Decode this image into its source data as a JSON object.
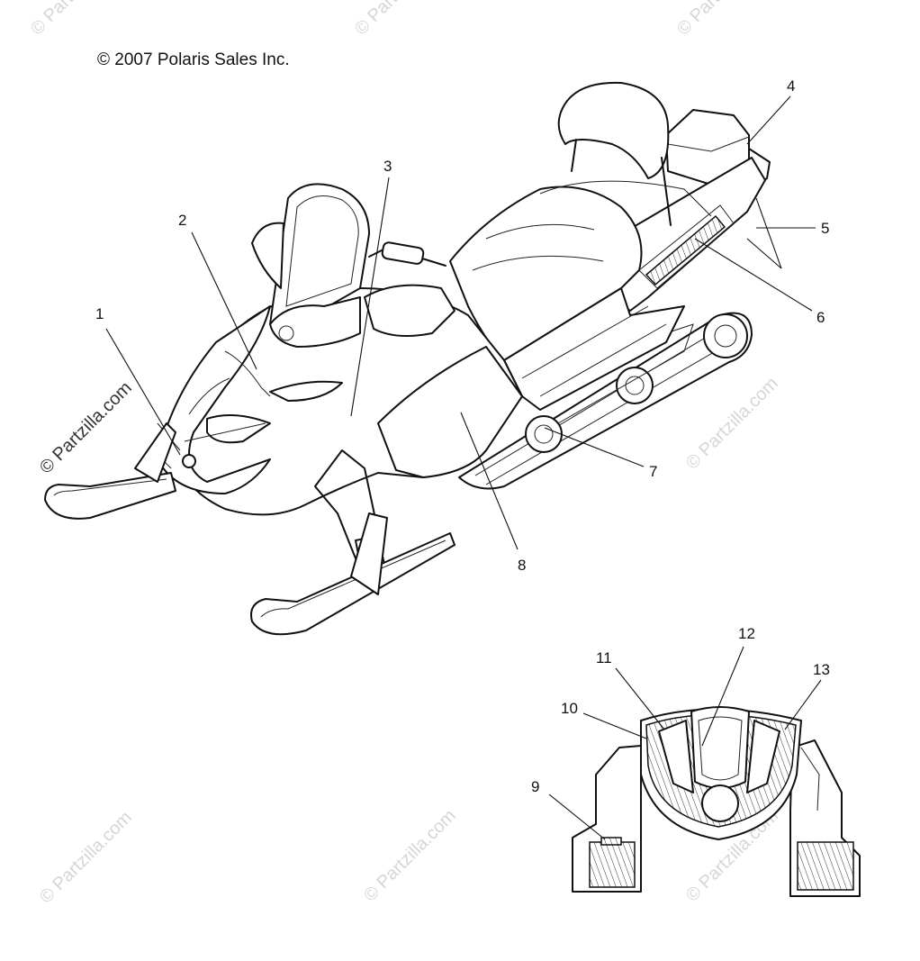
{
  "copyright": "© 2007 Polaris Sales Inc.",
  "watermark": "© Partzilla.com",
  "callouts": [
    "1",
    "2",
    "3",
    "4",
    "5",
    "6",
    "7",
    "8",
    "9",
    "10",
    "11",
    "12",
    "13"
  ]
}
